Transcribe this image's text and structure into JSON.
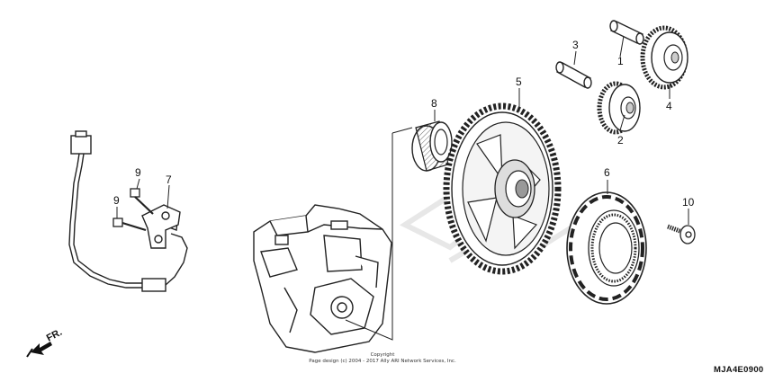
{
  "callouts": {
    "c1": "1",
    "c2": "2",
    "c3": "3",
    "c4": "4",
    "c5": "5",
    "c6": "6",
    "c7": "7",
    "c8": "8",
    "c9a": "9",
    "c9b": "9",
    "c10": "10"
  },
  "direction_label": "FR.",
  "copyright_line1": "Copyright",
  "copyright_line2": "Page design (c) 2004 - 2017 Ally ARI Network Services, Inc.",
  "diagram_code": "MJA4E0900"
}
